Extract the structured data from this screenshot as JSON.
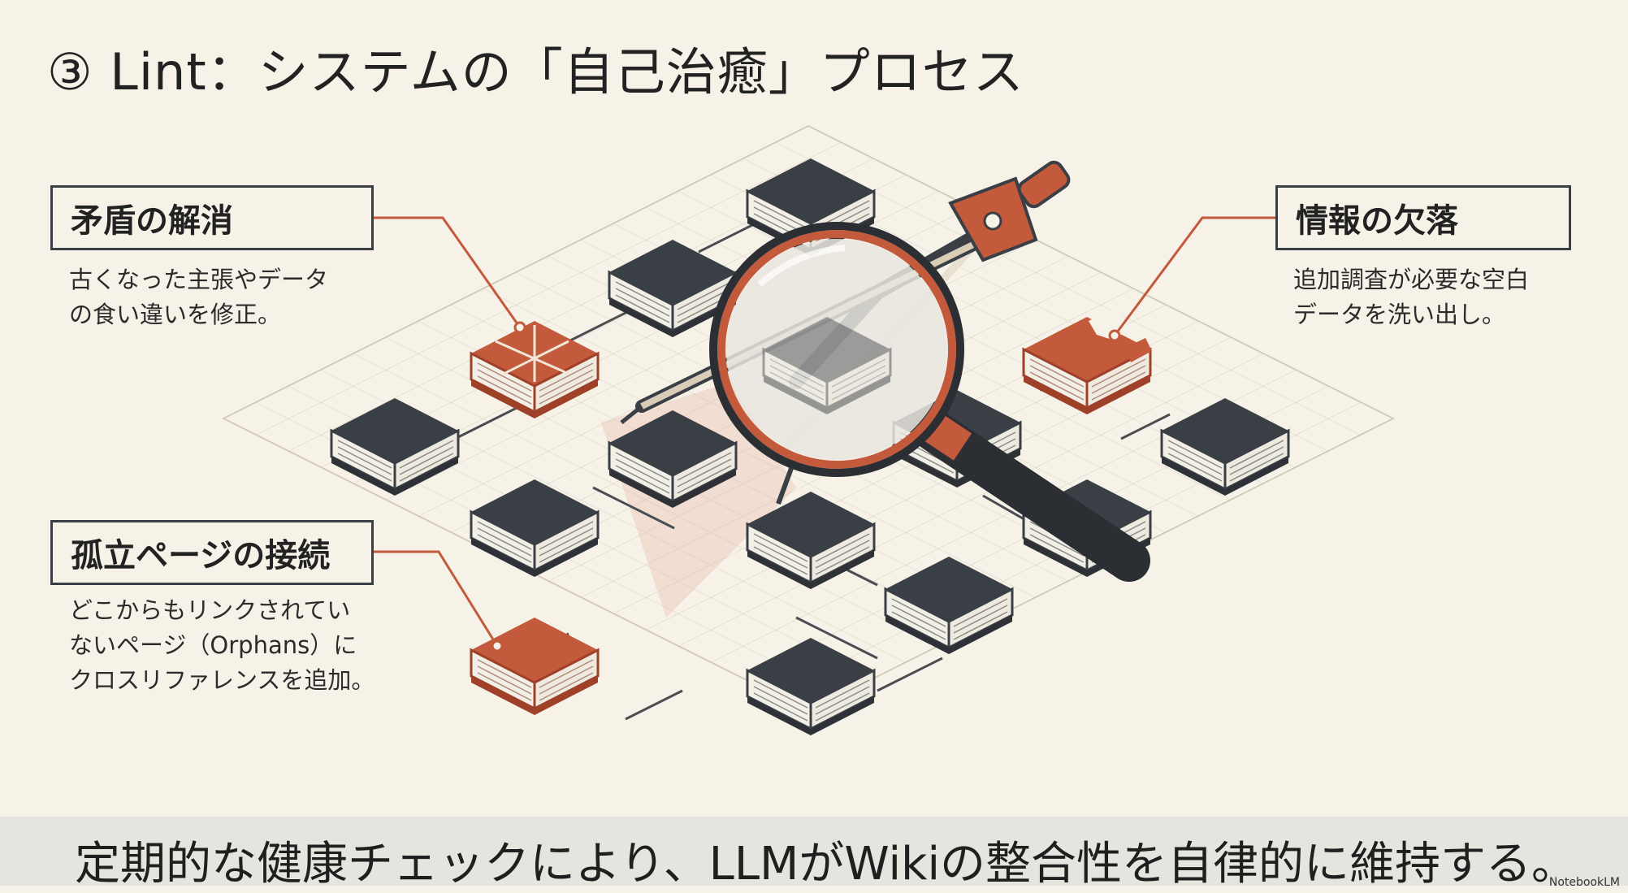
{
  "title": "③ Lint：システムの「自己治癒」プロセス",
  "callouts": [
    {
      "heading": "矛盾の解消",
      "lines": [
        "古くなった主張やデータ",
        "の食い違いを修正。"
      ]
    },
    {
      "heading": "情報の欠落",
      "lines": [
        "追加調査が必要な空白",
        "データを洗い出し。"
      ]
    },
    {
      "heading": "孤立ページの接続",
      "lines": [
        "どこからもリンクされてい",
        "ないページ（Orphans）に",
        "クロスリファレンスを追加。"
      ]
    }
  ],
  "footer": "定期的な健康チェックにより、LLMがWikiの整合性を自律的に維持する。",
  "watermark": "NotebookLM",
  "colors": {
    "accent": "#c35a3c",
    "dark_book": "#3a3f45",
    "background": "#f6f2e8",
    "footer_band": "#e6e4df"
  },
  "icons": [
    "magnifying-glass-icon",
    "drafting-compass-icon",
    "book-icon"
  ]
}
